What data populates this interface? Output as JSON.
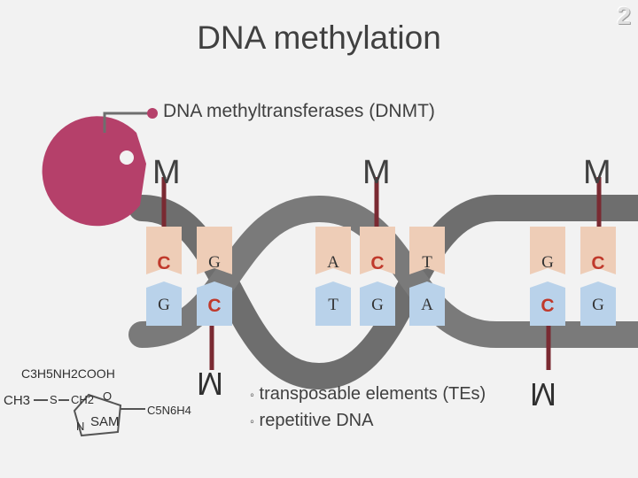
{
  "title": "DNA methylation",
  "page_number": "2",
  "dnmt_label": "DNA methyltransferases (DNMT)",
  "methyl_marks": [
    "M",
    "M",
    "M"
  ],
  "flipped_marks": [
    "M",
    "M"
  ],
  "base_pairs": [
    {
      "top": "C",
      "bottom": "G",
      "top_red": true,
      "bottom_red": false
    },
    {
      "top": "G",
      "bottom": "C",
      "top_red": false,
      "bottom_red": true
    },
    {
      "top": "A",
      "bottom": "T",
      "top_red": false,
      "bottom_red": false
    },
    {
      "top": "C",
      "bottom": "G",
      "top_red": true,
      "bottom_red": false
    },
    {
      "top": "T",
      "bottom": "A",
      "top_red": false,
      "bottom_red": false
    },
    {
      "top": "G",
      "bottom": "C",
      "top_red": false,
      "bottom_red": true
    },
    {
      "top": "C",
      "bottom": "G",
      "top_red": true,
      "bottom_red": false
    }
  ],
  "bullets": [
    "transposable elements (TEs)",
    "repetitive DNA"
  ],
  "bullet_glyph": "◦",
  "sam": {
    "formula": "C3H5NH2COOH",
    "methyl": "CH3",
    "s": "S",
    "ch2": "CH2",
    "o": "O",
    "n": "N",
    "name": "SAM",
    "adenine": "C5N6H4"
  },
  "colors": {
    "pacman": "#b5406a",
    "strand": "#6e6e6e",
    "top_base": "#eecdb7",
    "bottom_base": "#b9d2ea",
    "stick": "#7a2a32",
    "red_base": "#c0392b"
  }
}
